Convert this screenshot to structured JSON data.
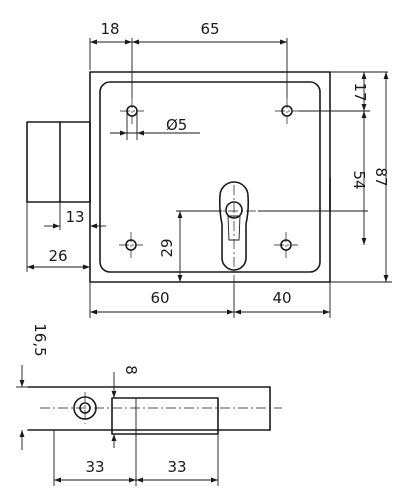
{
  "front_view": {
    "dims": {
      "w18": "18",
      "w65": "65",
      "h17": "17",
      "h87": "87",
      "h54": "54",
      "hole": "Ø5",
      "h29": "29",
      "h13": "13",
      "w26": "26",
      "w60": "60",
      "w40": "40"
    }
  },
  "side_view": {
    "dims": {
      "t16_5": "16,5",
      "t8": "8",
      "w33a": "33",
      "w33b": "33"
    }
  }
}
